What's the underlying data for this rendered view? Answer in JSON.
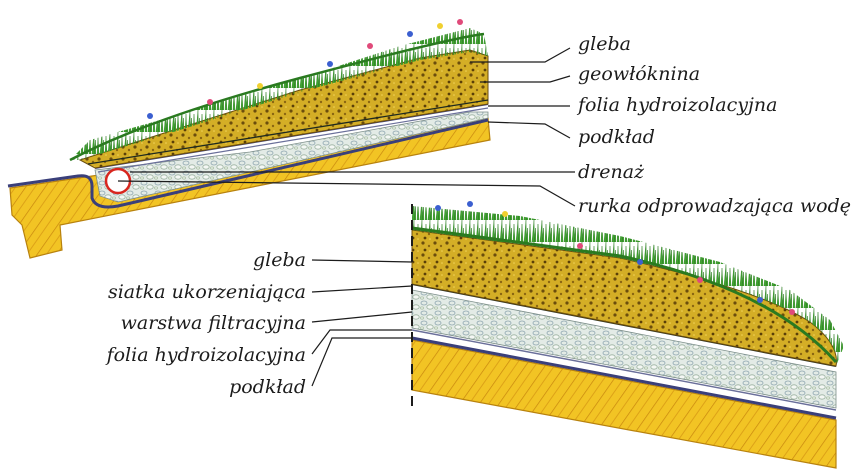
{
  "diagram_a": {
    "labels": [
      {
        "id": "a-gleba",
        "text": "gleba"
      },
      {
        "id": "a-geowloknina",
        "text": "geowłóknina"
      },
      {
        "id": "a-folia",
        "text": "folia hydroizolacyjna"
      },
      {
        "id": "a-podklad",
        "text": "podkład"
      },
      {
        "id": "a-drenaz",
        "text": "drenaż"
      },
      {
        "id": "a-rurka",
        "text": "rurka odprowadzająca wodę"
      }
    ]
  },
  "diagram_b": {
    "labels": [
      {
        "id": "b-gleba",
        "text": "gleba"
      },
      {
        "id": "b-siatka",
        "text": "siatka ukorzeniająca"
      },
      {
        "id": "b-warstwa",
        "text": "warstwa filtracyjna"
      },
      {
        "id": "b-folia",
        "text": "folia hydroizolacyjna"
      },
      {
        "id": "b-podklad",
        "text": "podkład"
      }
    ]
  },
  "colors": {
    "grass": "#3fa32f",
    "grass_dark": "#2a7a20",
    "soil": "#c8a21e",
    "soil_dark": "#7a5a10",
    "wood": "#f0c020",
    "wood_grain": "#c88a10",
    "filter": "#dfe7e2",
    "membrane": "#3a3f7a",
    "pipe": "#d8261e"
  }
}
